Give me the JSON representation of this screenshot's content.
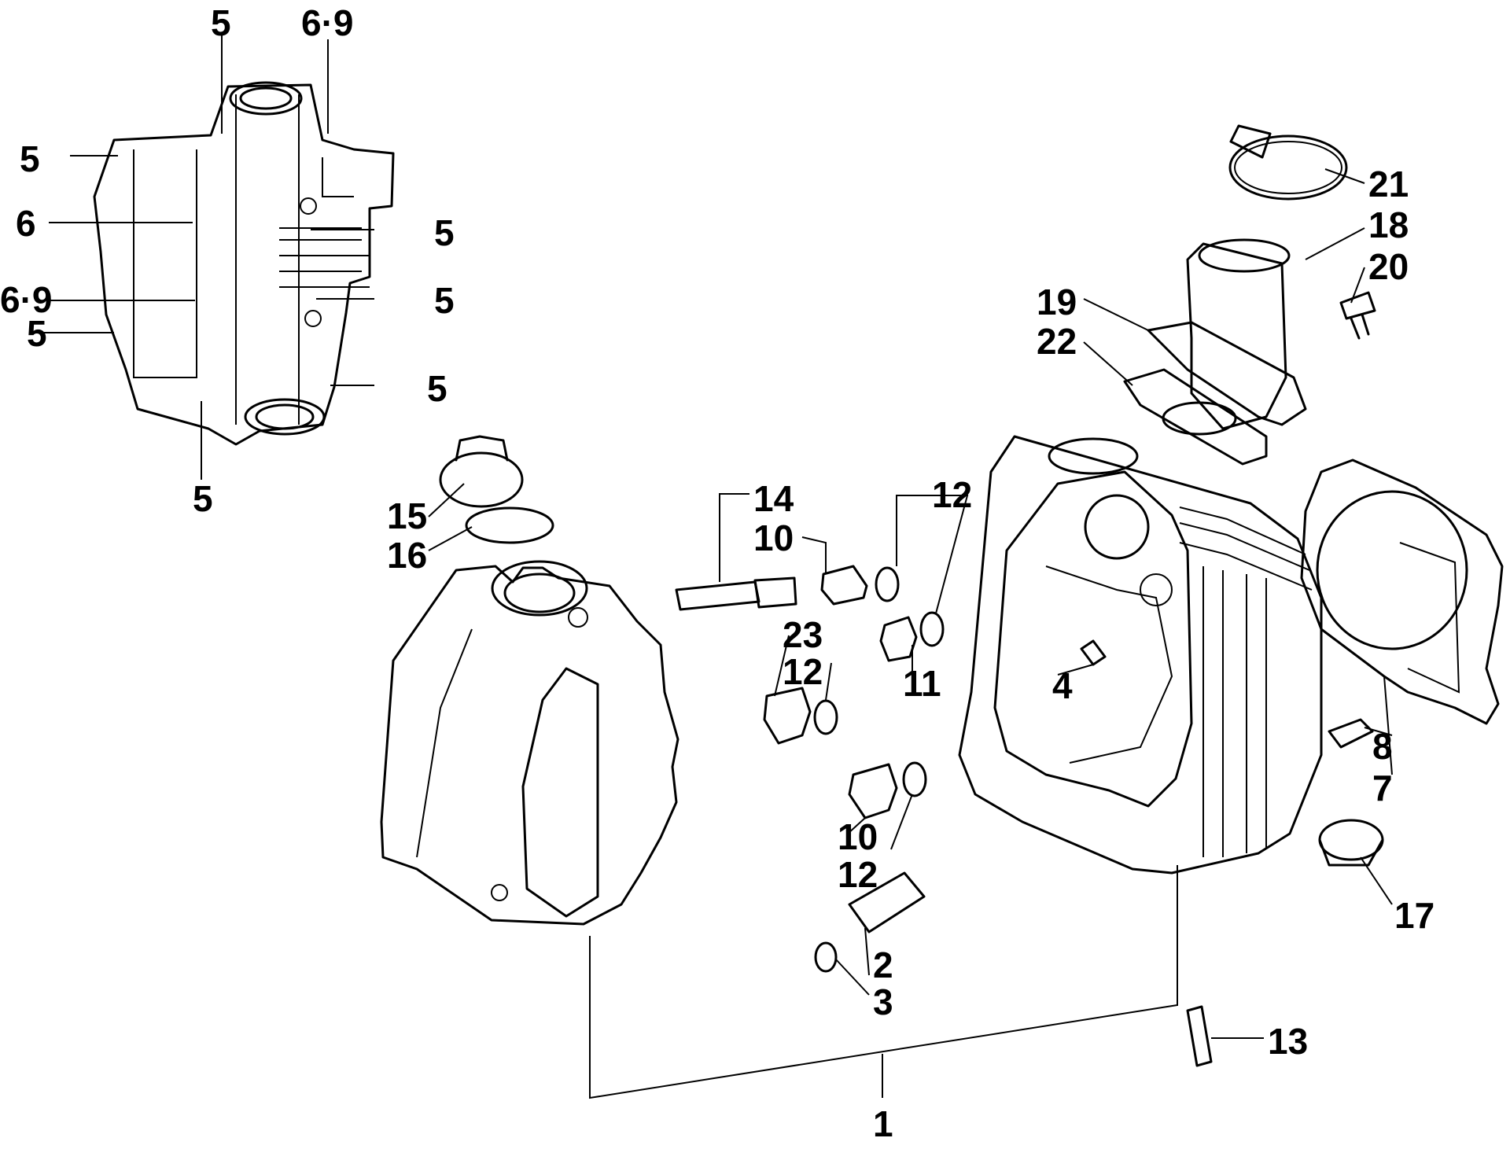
{
  "diagram": {
    "callouts": [
      "5",
      "6·9",
      "5",
      "6",
      "5",
      "6·9",
      "5",
      "5",
      "5",
      "5",
      "5",
      "21",
      "18",
      "20",
      "19",
      "22",
      "15",
      "16",
      "14",
      "10",
      "12",
      "23",
      "12",
      "11",
      "4",
      "10",
      "12",
      "8",
      "7",
      "17",
      "2",
      "3",
      "13",
      "1"
    ]
  }
}
